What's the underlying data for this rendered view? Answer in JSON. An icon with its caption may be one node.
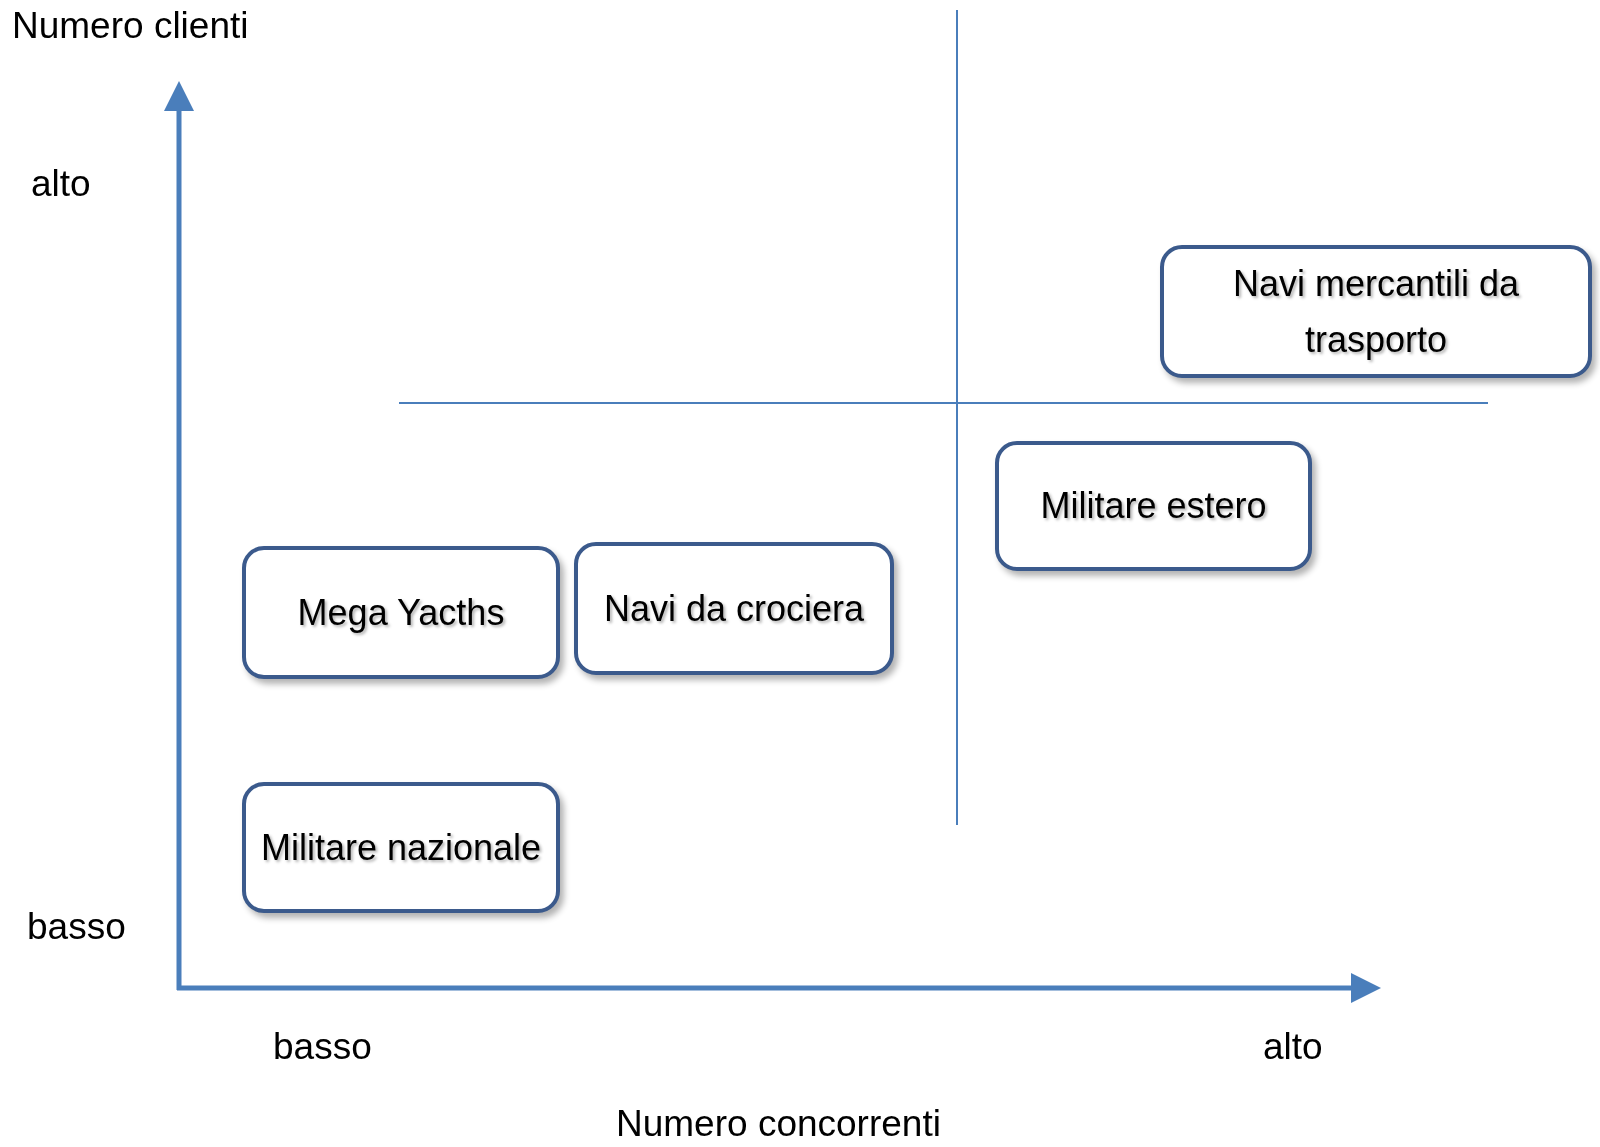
{
  "diagram": {
    "nodes": [
      {
        "text": [
          "Navi mercantili da trasporto"
        ]
      },
      {
        "text": [
          "Militare estero"
        ]
      },
      {
        "text": [
          "Mega Yacths"
        ]
      },
      {
        "text": [
          "Navi da crociera"
        ]
      },
      {
        "text": [
          "Militare nazionale"
        ]
      }
    ],
    "labels": [
      "Numero clienti",
      "alto",
      "basso",
      "basso",
      "alto",
      "Numero concorrenti"
    ]
  }
}
